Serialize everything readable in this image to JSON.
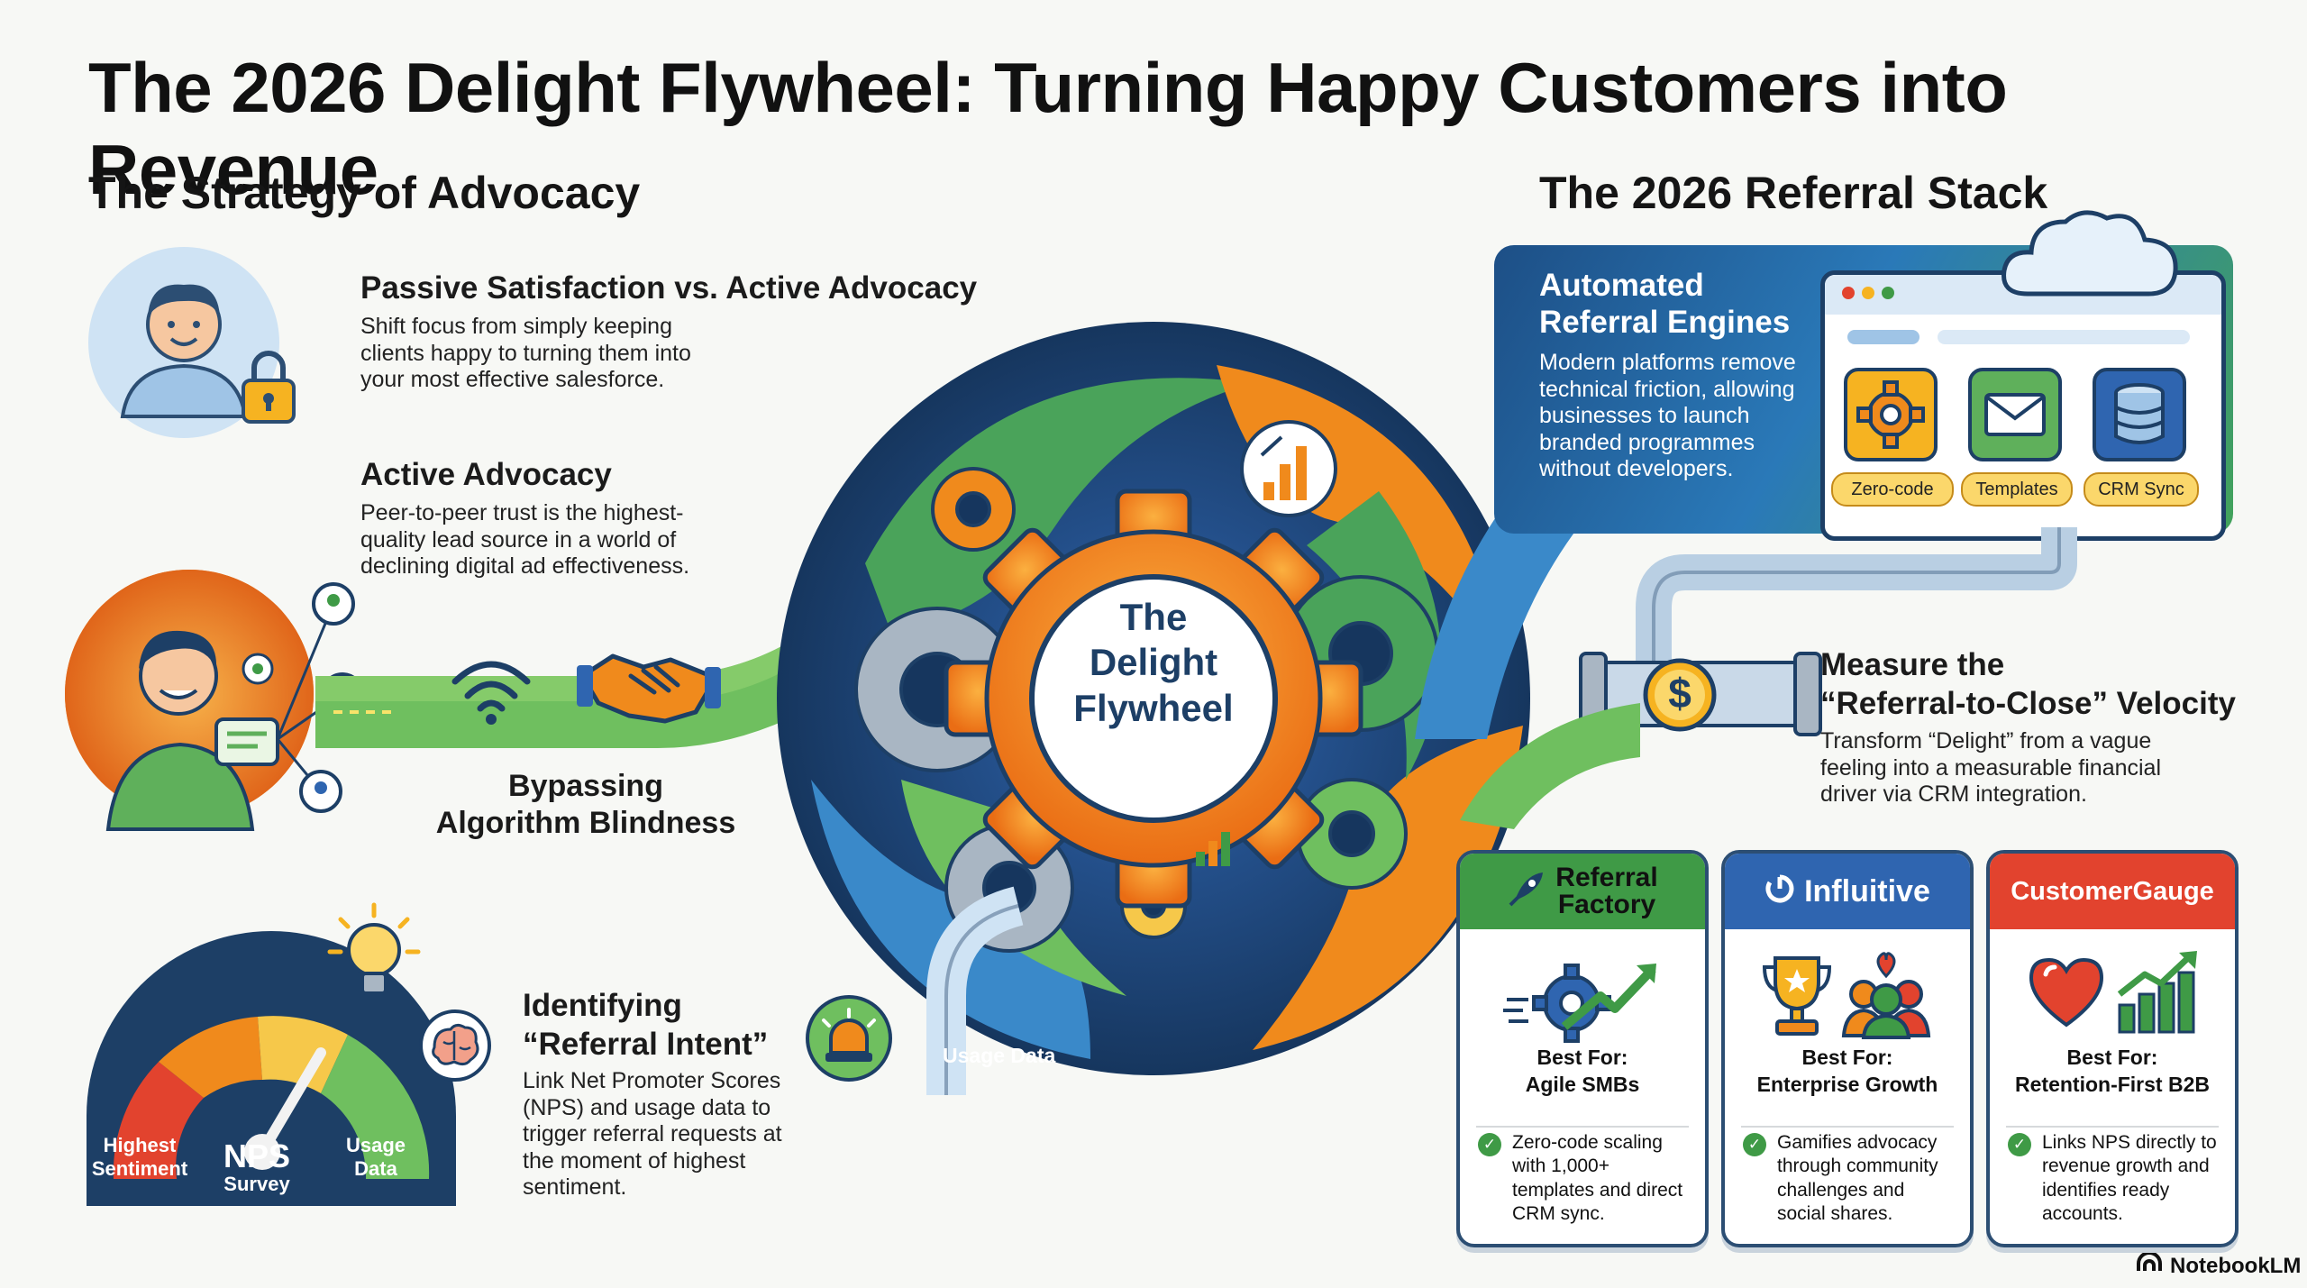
{
  "title": "The 2026 Delight Flywheel: Turning Happy Customers into Revenue",
  "left_section": {
    "heading": "The Strategy of Advocacy",
    "passive": {
      "title": "Passive Satisfaction vs. Active Advocacy",
      "body": "Shift focus from simply keeping clients happy to turning them into your most effective salesforce."
    },
    "active": {
      "title": "Active Advocacy",
      "body": "Peer-to-peer trust is the highest-quality lead source in a world of declining digital ad effectiveness."
    },
    "bypass": {
      "line1": "Bypassing",
      "line2": "Algorithm Blindness"
    },
    "intent": {
      "title1": "Identifying",
      "title2": "“Referral Intent”",
      "body": "Link Net Promoter Scores (NPS) and usage data to trigger referral requests at the moment of highest sentiment."
    },
    "gauge": {
      "left1": "Highest",
      "left2": "Sentiment",
      "center": "NPS",
      "center_sub": "Survey",
      "right1": "Usage",
      "right2": "Data"
    }
  },
  "flywheel": {
    "line1": "The",
    "line2": "Delight",
    "line3": "Flywheel",
    "usage_label": "Usage Data"
  },
  "right_section": {
    "heading": "The 2026 Referral Stack",
    "engines": {
      "title1": "Automated",
      "title2": "Referral Engines",
      "body": "Modern platforms remove technical friction, allowing businesses to launch branded programmes without developers.",
      "chips": [
        "Zero-code",
        "Templates",
        "CRM Sync"
      ]
    },
    "velocity": {
      "title1": "Measure the",
      "title2": "“Referral-to-Close” Velocity",
      "body": "Transform “Delight” from a vague feeling into a measurable financial driver via CRM integration.",
      "symbol": "$"
    },
    "cards": [
      {
        "name1": "Referral",
        "name2": "Factory",
        "best_label": "Best For:",
        "best": "Agile SMBs",
        "feature": "Zero-code scaling with 1,000+ templates and direct CRM sync.",
        "color": "#3f9a46"
      },
      {
        "name1": "Influitive",
        "name2": "",
        "best_label": "Best For:",
        "best": "Enterprise Growth",
        "feature": "Gamifies advocacy through community challenges and social shares.",
        "color": "#2f65b0"
      },
      {
        "name1": "CustomerGauge",
        "name2": "",
        "best_label": "Best For:",
        "best": "Retention-First B2B",
        "feature": "Links NPS directly to revenue growth and identifies ready accounts.",
        "color": "#e2432e"
      }
    ]
  },
  "brand": "NotebookLM",
  "colors": {
    "navy": "#1d3f66",
    "green": "#3f9a46",
    "orange": "#f08a1c",
    "blue": "#2f65b0",
    "red": "#e2432e"
  },
  "icons": [
    "user-lock-icon",
    "advocate-person-icon",
    "wifi-icon",
    "handshake-icon",
    "gear-icon",
    "bar-chart-icon",
    "lightbulb-icon",
    "brain-icon",
    "alarm-icon",
    "cloud-icon",
    "gear-icon",
    "envelope-icon",
    "database-icon",
    "dollar-coin-icon",
    "rocket-icon",
    "trophy-icon",
    "community-icon",
    "heart-icon",
    "growth-chart-icon"
  ]
}
